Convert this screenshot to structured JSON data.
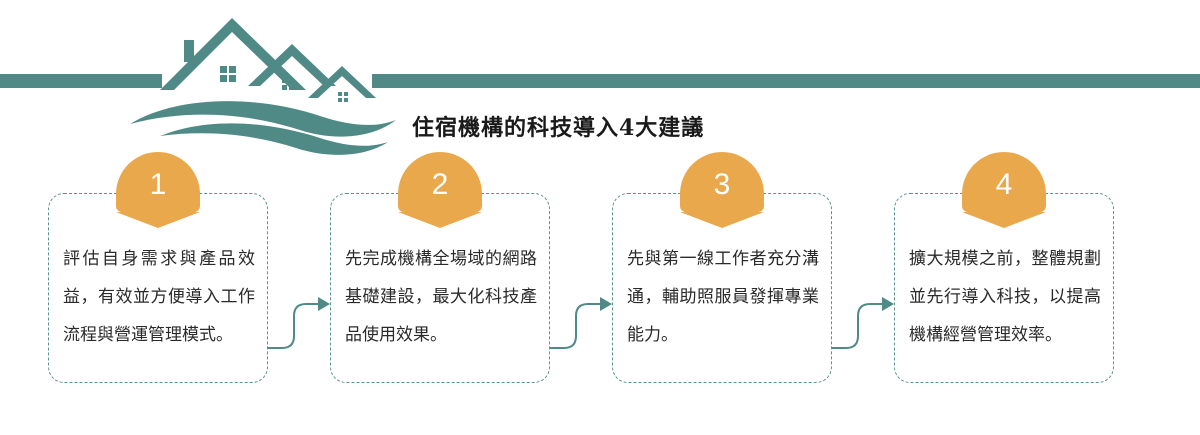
{
  "title": "住宿機構的科技導入4大建議",
  "steps": [
    {
      "number": "1",
      "text": "評估自身需求與產品效益，有效並方便導入工作流程與營運管理模式。"
    },
    {
      "number": "2",
      "text": "先完成機構全場域的網路基礎建設，最大化科技產品使用效果。"
    },
    {
      "number": "3",
      "text": "先與第一線工作者充分溝通，輔助照服員發揮專業能力。"
    },
    {
      "number": "4",
      "text": "擴大規模之前，整體規劃並先行導入科技，以提高機構經營管理效率。"
    }
  ],
  "colors": {
    "teal": "#4f8a86",
    "orange": "#e9a84c",
    "text": "#2a2a2a"
  },
  "icons": {
    "logo": "house-roofs-wave-icon"
  }
}
